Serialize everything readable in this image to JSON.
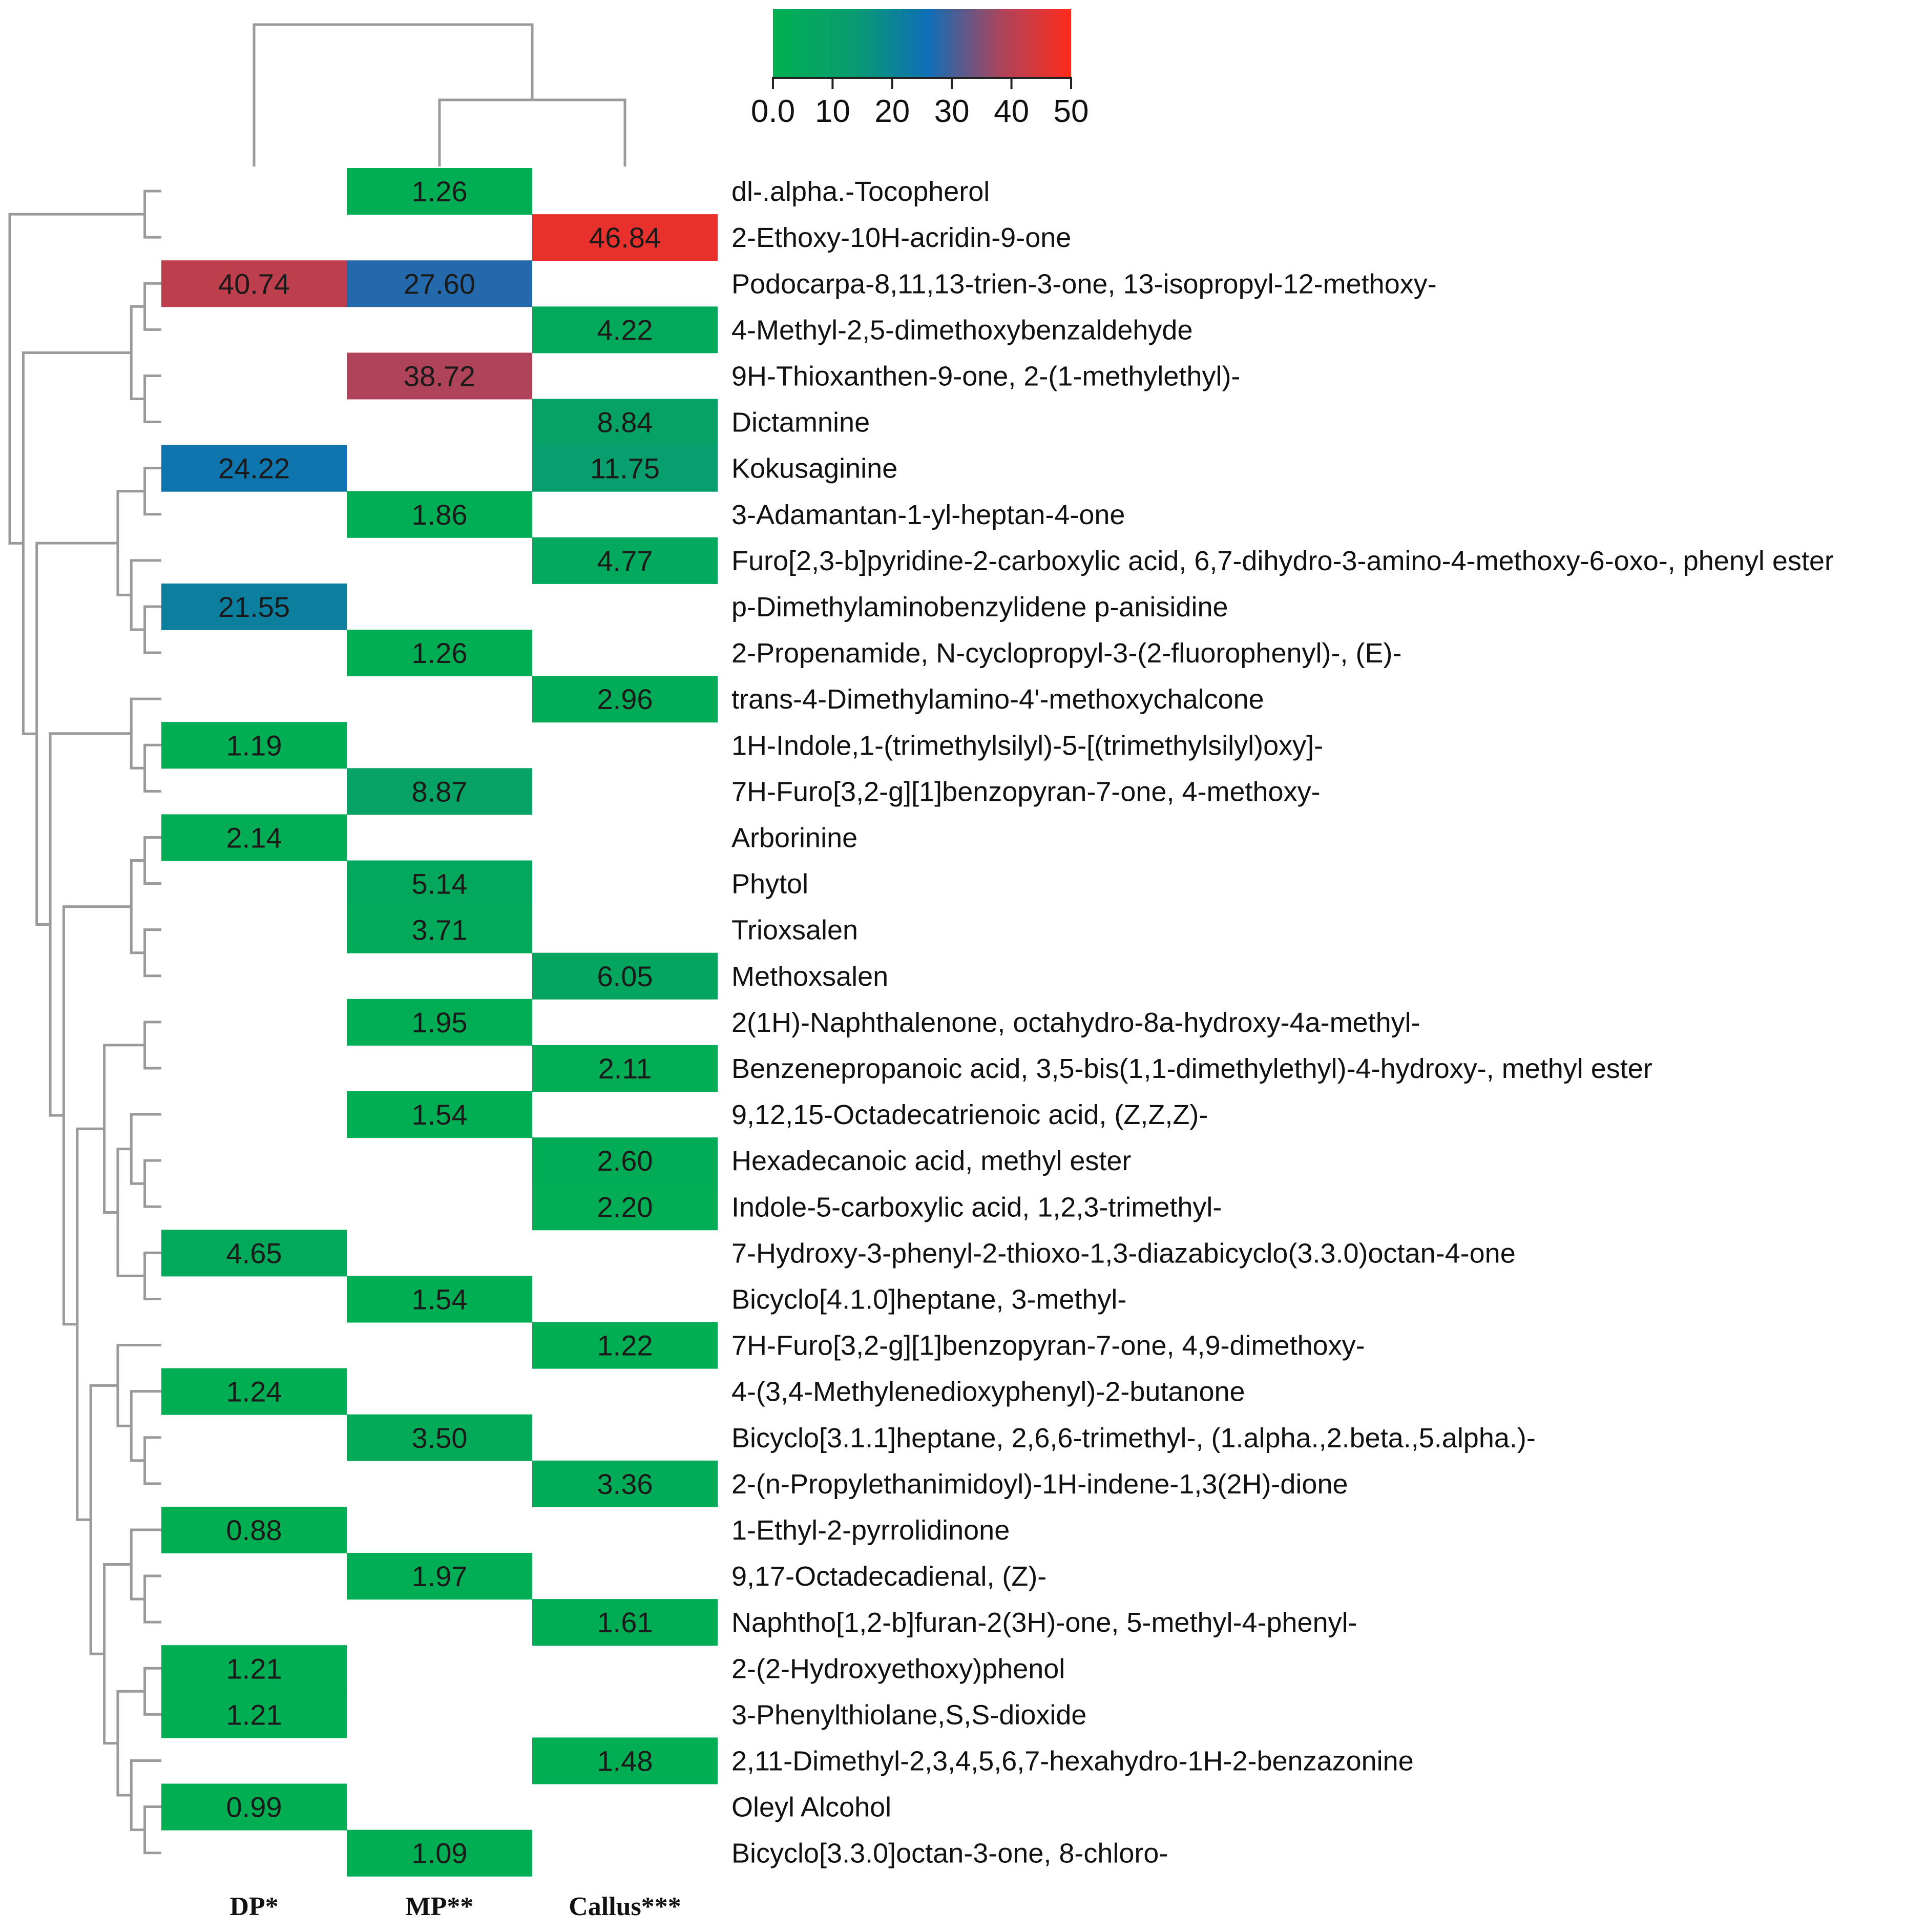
{
  "chart_data": {
    "type": "heatmap",
    "columns": [
      "DP*",
      "MP**",
      "Callus***"
    ],
    "rows": [
      {
        "label": "dl-.alpha.-Tocopherol",
        "values": [
          null,
          "1.26",
          null
        ]
      },
      {
        "label": "2-Ethoxy-10H-acridin-9-one",
        "values": [
          null,
          null,
          "46.84"
        ]
      },
      {
        "label": "Podocarpa-8,11,13-trien-3-one, 13-isopropyl-12-methoxy-",
        "values": [
          "40.74",
          "27.60",
          null
        ]
      },
      {
        "label": "4-Methyl-2,5-dimethoxybenzaldehyde",
        "values": [
          null,
          null,
          "4.22"
        ]
      },
      {
        "label": "9H-Thioxanthen-9-one, 2-(1-methylethyl)-",
        "values": [
          null,
          "38.72",
          null
        ]
      },
      {
        "label": "Dictamnine",
        "values": [
          null,
          null,
          "8.84"
        ]
      },
      {
        "label": "Kokusaginine",
        "values": [
          "24.22",
          null,
          "11.75"
        ]
      },
      {
        "label": "3-Adamantan-1-yl-heptan-4-one",
        "values": [
          null,
          "1.86",
          null
        ]
      },
      {
        "label": "Furo[2,3-b]pyridine-2-carboxylic acid, 6,7-dihydro-3-amino-4-methoxy-6-oxo-, phenyl ester",
        "values": [
          null,
          null,
          "4.77"
        ]
      },
      {
        "label": "p-Dimethylaminobenzylidene p-anisidine",
        "values": [
          "21.55",
          null,
          null
        ]
      },
      {
        "label": "2-Propenamide, N-cyclopropyl-3-(2-fluorophenyl)-, (E)-",
        "values": [
          null,
          "1.26",
          null
        ]
      },
      {
        "label": "trans-4-Dimethylamino-4'-methoxychalcone",
        "values": [
          null,
          null,
          "2.96"
        ]
      },
      {
        "label": "1H-Indole,1-(trimethylsilyl)-5-[(trimethylsilyl)oxy]-",
        "values": [
          "1.19",
          null,
          null
        ]
      },
      {
        "label": "7H-Furo[3,2-g][1]benzopyran-7-one, 4-methoxy-",
        "values": [
          null,
          "8.87",
          null
        ]
      },
      {
        "label": "Arborinine",
        "values": [
          "2.14",
          null,
          null
        ]
      },
      {
        "label": "Phytol",
        "values": [
          null,
          "5.14",
          null
        ]
      },
      {
        "label": "Trioxsalen",
        "values": [
          null,
          "3.71",
          null
        ]
      },
      {
        "label": "Methoxsalen",
        "values": [
          null,
          null,
          "6.05"
        ]
      },
      {
        "label": "2(1H)-Naphthalenone, octahydro-8a-hydroxy-4a-methyl-",
        "values": [
          null,
          "1.95",
          null
        ]
      },
      {
        "label": "Benzenepropanoic acid, 3,5-bis(1,1-dimethylethyl)-4-hydroxy-, methyl ester",
        "values": [
          null,
          null,
          "2.11"
        ]
      },
      {
        "label": "9,12,15-Octadecatrienoic acid, (Z,Z,Z)-",
        "values": [
          null,
          "1.54",
          null
        ]
      },
      {
        "label": "Hexadecanoic acid, methyl ester",
        "values": [
          null,
          null,
          "2.60"
        ]
      },
      {
        "label": "Indole-5-carboxylic acid, 1,2,3-trimethyl-",
        "values": [
          null,
          null,
          "2.20"
        ]
      },
      {
        "label": "7-Hydroxy-3-phenyl-2-thioxo-1,3-diazabicyclo(3.3.0)octan-4-one",
        "values": [
          "4.65",
          null,
          null
        ]
      },
      {
        "label": "Bicyclo[4.1.0]heptane, 3-methyl-",
        "values": [
          null,
          "1.54",
          null
        ]
      },
      {
        "label": "7H-Furo[3,2-g][1]benzopyran-7-one, 4,9-dimethoxy-",
        "values": [
          null,
          null,
          "1.22"
        ]
      },
      {
        "label": "4-(3,4-Methylenedioxyphenyl)-2-butanone",
        "values": [
          "1.24",
          null,
          null
        ]
      },
      {
        "label": "Bicyclo[3.1.1]heptane, 2,6,6-trimethyl-, (1.alpha.,2.beta.,5.alpha.)-",
        "values": [
          null,
          "3.50",
          null
        ]
      },
      {
        "label": "2-(n-Propylethanimidoyl)-1H-indene-1,3(2H)-dione",
        "values": [
          null,
          null,
          "3.36"
        ]
      },
      {
        "label": "1-Ethyl-2-pyrrolidinone",
        "values": [
          "0.88",
          null,
          null
        ]
      },
      {
        "label": "9,17-Octadecadienal, (Z)-",
        "values": [
          null,
          "1.97",
          null
        ]
      },
      {
        "label": "Naphtho[1,2-b]furan-2(3H)-one, 5-methyl-4-phenyl-",
        "values": [
          null,
          null,
          "1.61"
        ]
      },
      {
        "label": "2-(2-Hydroxyethoxy)phenol",
        "values": [
          "1.21",
          null,
          null
        ]
      },
      {
        "label": "3-Phenylthiolane,S,S-dioxide",
        "values": [
          "1.21",
          null,
          null
        ]
      },
      {
        "label": "2,11-Dimethyl-2,3,4,5,6,7-hexahydro-1H-2-benzazonine",
        "values": [
          null,
          null,
          "1.48"
        ]
      },
      {
        "label": "Oleyl Alcohol",
        "values": [
          "0.99",
          null,
          null
        ]
      },
      {
        "label": "Bicyclo[3.3.0]octan-3-one, 8-chloro-",
        "values": [
          null,
          "1.09",
          null
        ]
      }
    ],
    "colorbar": {
      "ticks": [
        "0.0",
        "10",
        "20",
        "30",
        "40",
        "50"
      ],
      "range": [
        0,
        50
      ],
      "stops": [
        {
          "value": 0,
          "color": "#00b050"
        },
        {
          "value": 14,
          "color": "#0a9a72"
        },
        {
          "value": 26,
          "color": "#0f6fb8"
        },
        {
          "value": 38,
          "color": "#a9455e"
        },
        {
          "value": 50,
          "color": "#ff2a1a"
        }
      ]
    },
    "legend_position": "top",
    "grid": false
  }
}
